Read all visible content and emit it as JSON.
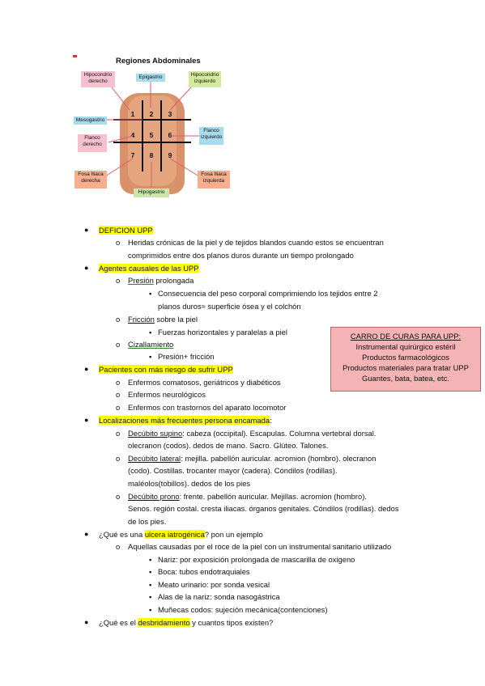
{
  "figure": {
    "title": "Regiones Abdominales",
    "labels": {
      "hipocondrio_derecho": "Hipocondrio derecho",
      "epigastrio": "Epigastrio",
      "hipocondrio_izquierdo": "Hipocondrio izquierdo",
      "mesogastrio": "Mesogastrio",
      "flanco_derecho": "Flanco derecho",
      "flanco_izquierdo": "Flanco izquierdo",
      "fosa_iliaca_derecha": "Fosa Iliaca derecha",
      "hipogastrio": "Hipogastrio",
      "fosa_iliaca_izquierda": "Fosa Iliaca izquierda"
    },
    "numbers": [
      "1",
      "2",
      "3",
      "4",
      "5",
      "6",
      "7",
      "8",
      "9"
    ]
  },
  "content": {
    "b1": {
      "hl": "DEFICION UPP"
    },
    "b1_sub": {
      "line1": "Heridas crónicas de la piel y de tejidos blandos cuando estos se encuentran",
      "line2": "comprimidos entre dos planos duros durante un tiempo prolongado"
    },
    "b2": {
      "hl": "Agentes causales de las UPP"
    },
    "presion": {
      "term": "Presión",
      "rest": " prolongada"
    },
    "presion_sub": {
      "line1": "Consecuencia del peso corporal comprimiendo los tejidos entre 2",
      "line2": "planos duros≈ superficie ósea y el colchón"
    },
    "friccion": {
      "term": "Fricción",
      "rest": " sobre la piel"
    },
    "friccion_sub": "Fuerzas horizontales y paralelas a piel",
    "cizallamiento": {
      "term": "Cizallamiento"
    },
    "cizallamiento_sub": "Presión+ fricción",
    "b3": {
      "hl": "Pacientes con más riesgo de sufrir UPP"
    },
    "b3_items": [
      "Enfermos comatosos, geriátricos y diabéticos",
      "Enfermos neurológicos",
      "Enfermos con trastornos del aparato locomotor"
    ],
    "b4": {
      "hl": "Localizaciones más frecuentes persona encamada",
      "rest": ":"
    },
    "supino": {
      "term": "Decúbito supino",
      "line1": ": cabeza (occipital). Escapulas. Columna vertebral dorsal.",
      "line2": "olecranon (codos). dedos de mano. Sacro. Glúteo. Talones."
    },
    "lateral": {
      "term": "Decúbito lateral",
      "line1": ": mejilla.  pabellón auricular. acromion (hombro). olecranon",
      "line2": "(codo). Costillas. trocanter mayor (cadera). Cóndilos (rodillas).",
      "line3": "maléolos(tobillos). dedos de los pies"
    },
    "prono": {
      "term": "Decúbito prono",
      "line1": ": frente. pabellón auricular. Mejillas. acromion (hombro).",
      "line2": "Senos. región costal. cresta iliacas. órganos genitales. Cóndilos (rodillas). dedos",
      "line3": "de los pies."
    },
    "b5": {
      "pre": "¿Qué es una ",
      "hl": "ulcera iatrogénica",
      "post": "? pon un ejemplo"
    },
    "b5_sub": "Aquellas causadas por el roce de la piel con un instrumental sanitario utilizado",
    "b5_items": [
      "Nariz: por exposición prolongada de mascarilla de oxigeno",
      "Boca: tubos endotraquiales",
      "Meato urinario: por sonda vesical",
      "Alas de la nariz: sonda nasogástrica",
      "Muñecas codos: sujeción mecánica(contenciones)"
    ],
    "b6": {
      "pre": "¿Qué es el ",
      "hl": "desbridamiento",
      "post": " y cuantos tipos existen?"
    }
  },
  "box": {
    "title": "CARRO DE CURAS PARA UPP:",
    "lines": [
      "Instrumental quirúrgico estéril",
      "Productos farmacológicos",
      "Productos materiales para tratar UPP",
      "Guantes, bata, batea, etc."
    ]
  },
  "colors": {
    "highlight": "#ffff00",
    "box_bg": "#f4b3b5"
  },
  "icons": {
    "bullet": "●",
    "sub_bullet": "o",
    "subsub_bullet": "▪"
  }
}
